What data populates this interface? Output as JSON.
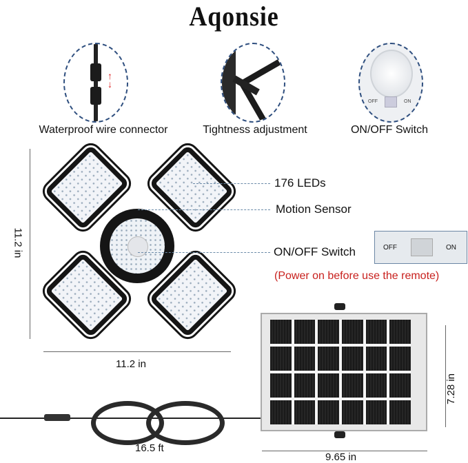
{
  "brand": "Aqonsie",
  "features": [
    {
      "label": "Waterproof wire connector",
      "icon": "wire-connector-icon"
    },
    {
      "label": "Tightness adjustment",
      "icon": "bracket-icon"
    },
    {
      "label": "ON/OFF Switch",
      "icon": "motion-sensor-icon"
    }
  ],
  "callouts": {
    "leds": "176 LEDs",
    "motion": "Motion Sensor",
    "switch": "ON/OFF Switch",
    "switch_off": "OFF",
    "switch_on": "ON",
    "note": "(Power on before use the remote)"
  },
  "dimensions": {
    "light_height": "11.2 in",
    "light_width": "11.2 in",
    "cable_length": "16.5 ft",
    "panel_width": "9.65 in",
    "panel_height": "7.28 in"
  },
  "colors": {
    "accent_red": "#c8201d",
    "dash_blue": "#2f4f7f"
  }
}
